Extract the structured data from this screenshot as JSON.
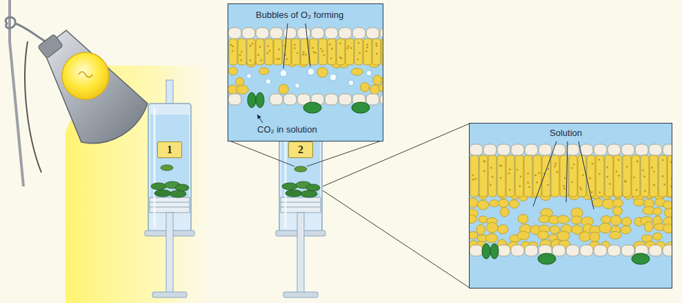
{
  "diagram": {
    "nodes": [
      {
        "text": [
          "1"
        ]
      },
      {
        "text": [
          "Bubbles of O₂ forming",
          "CO₂ in solution"
        ]
      },
      {
        "text": [
          "2"
        ]
      },
      {
        "text": [
          "Solution"
        ]
      }
    ]
  }
}
